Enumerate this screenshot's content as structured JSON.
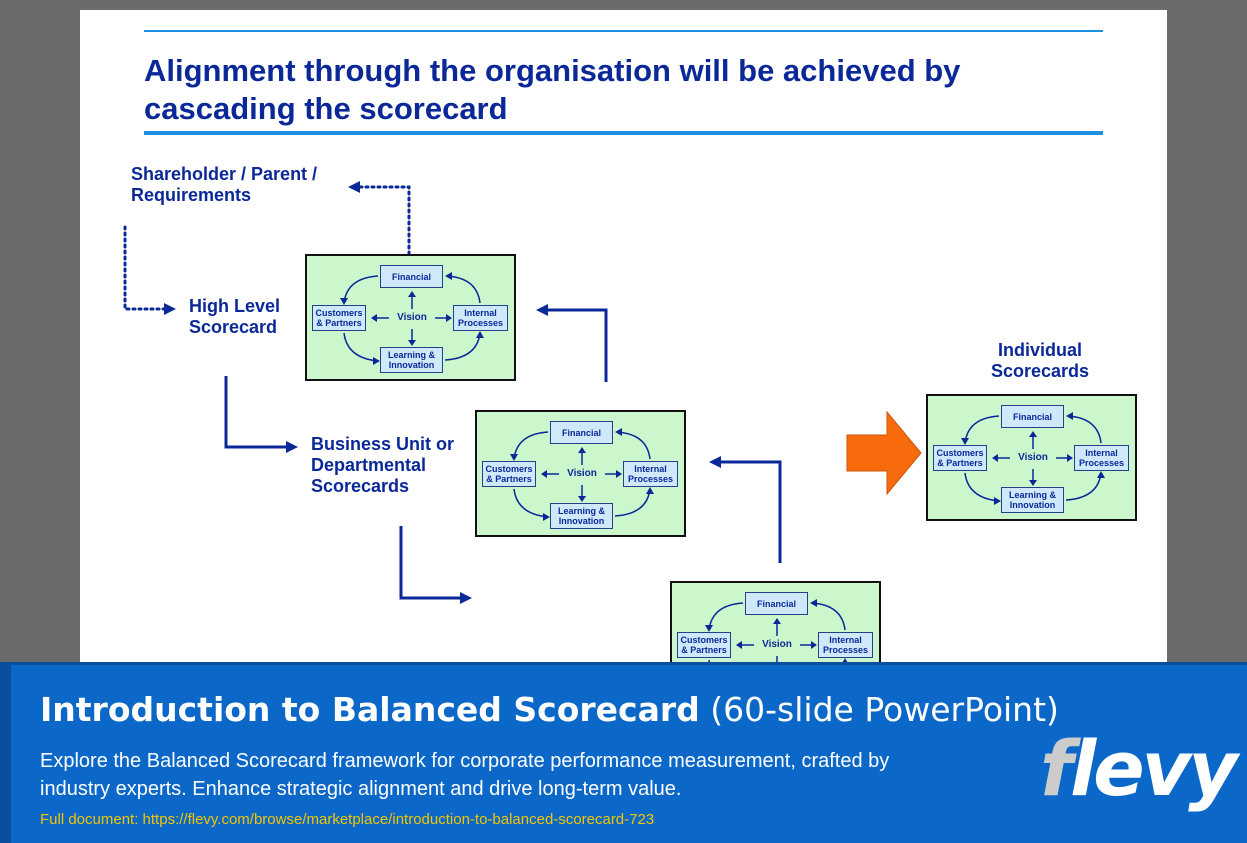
{
  "slide": {
    "title": "Alignment through the organisation will be achieved by cascading the scorecard",
    "labels": {
      "shareholder": "Shareholder / Parent / Requirements",
      "high_level": "High Level Scorecard",
      "business_unit": "Business Unit or Departmental Scorecards",
      "individual": "Individual Scorecards"
    },
    "scorecard": {
      "financial": "Financial",
      "customers": "Customers & Partners",
      "vision": "Vision",
      "internal": "Internal Processes",
      "learning": "Learning & Innovation"
    }
  },
  "banner": {
    "title_bold": "Introduction to Balanced Scorecard",
    "title_rest": "(60-slide PowerPoint)",
    "description": "Explore the Balanced Scorecard framework for corporate performance measurement, crafted by industry experts. Enhance strategic alignment and drive long-term value.",
    "link": "Full document: https://flevy.com/browse/marketplace/introduction-to-balanced-scorecard-723",
    "brand_f": "f",
    "brand_rest": "levy"
  },
  "colors": {
    "title_blue": "#0b2899",
    "rule_blue": "#1e90e0",
    "card_green": "#ccf7cc",
    "box_blue": "#cfe9fb",
    "arrow_orange": "#f86b0c",
    "banner_blue": "#0b68c8",
    "link_yellow": "#f4c400"
  }
}
